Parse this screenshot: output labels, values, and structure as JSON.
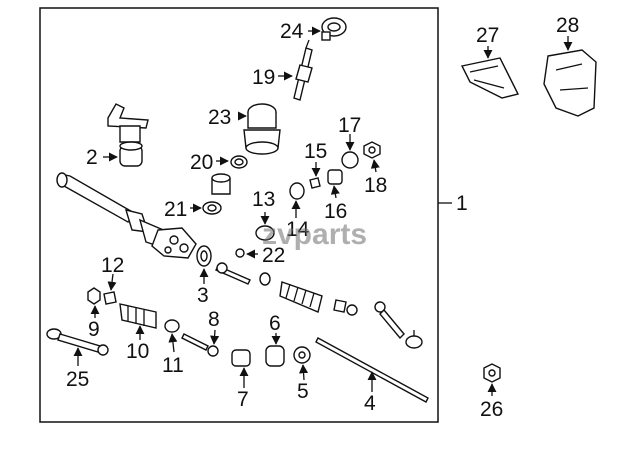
{
  "watermark": "zvparts",
  "callouts": {
    "c1": "1",
    "c2": "2",
    "c3": "3",
    "c4": "4",
    "c5": "5",
    "c6": "6",
    "c7": "7",
    "c8": "8",
    "c9": "9",
    "c10": "10",
    "c11": "11",
    "c12": "12",
    "c13": "13",
    "c14": "14",
    "c15": "15",
    "c16": "16",
    "c17": "17",
    "c18": "18",
    "c19": "19",
    "c20": "20",
    "c21": "21",
    "c22": "22",
    "c23": "23",
    "c24": "24",
    "c25": "25",
    "c26": "26",
    "c27": "27",
    "c28": "28"
  }
}
